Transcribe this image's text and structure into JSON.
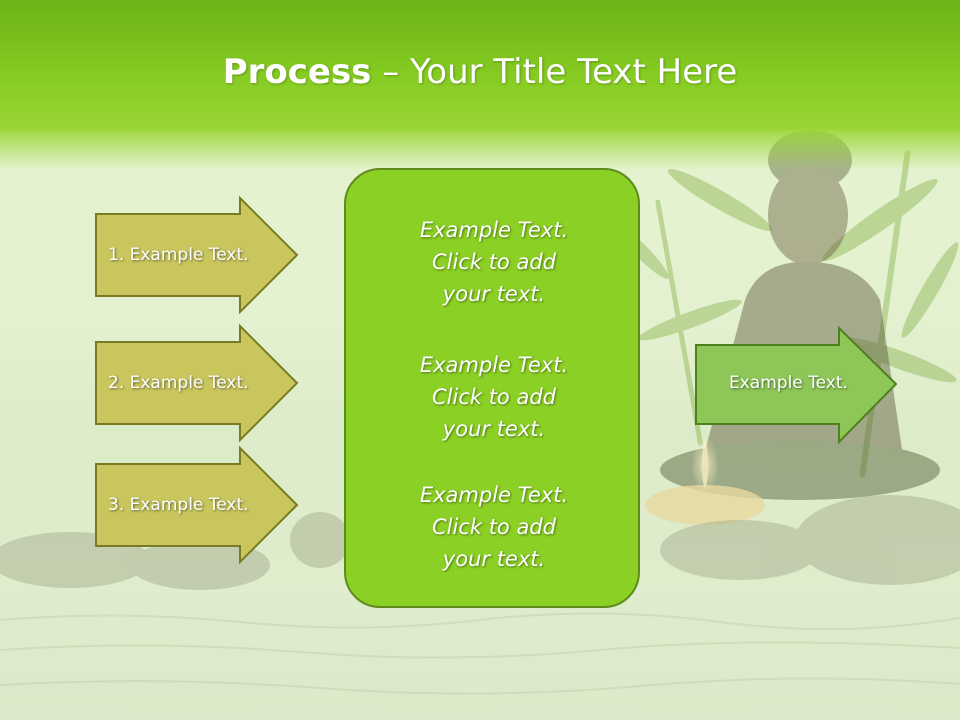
{
  "slide": {
    "title_bold": "Process",
    "title_rest": " – Your Title Text Here"
  },
  "arrows_left": [
    {
      "label": "1. Example Text."
    },
    {
      "label": "2. Example Text."
    },
    {
      "label": "3. Example Text."
    }
  ],
  "center_items": [
    {
      "text": "Example Text.\nClick  to add\nyour text."
    },
    {
      "text": "Example Text.\nClick  to add\nyour text."
    },
    {
      "text": "Example Text.\nClick  to add\nyour text."
    }
  ],
  "arrow_right": {
    "label": "Example Text."
  },
  "colors": {
    "header": "#7cc11c",
    "arrow_left_fill": "#c9c65e",
    "arrow_left_stroke": "#7a7a22",
    "center_fill": "#8bd024",
    "arrow_right_fill": "#8ec657",
    "arrow_right_stroke": "#4f7f1e"
  }
}
